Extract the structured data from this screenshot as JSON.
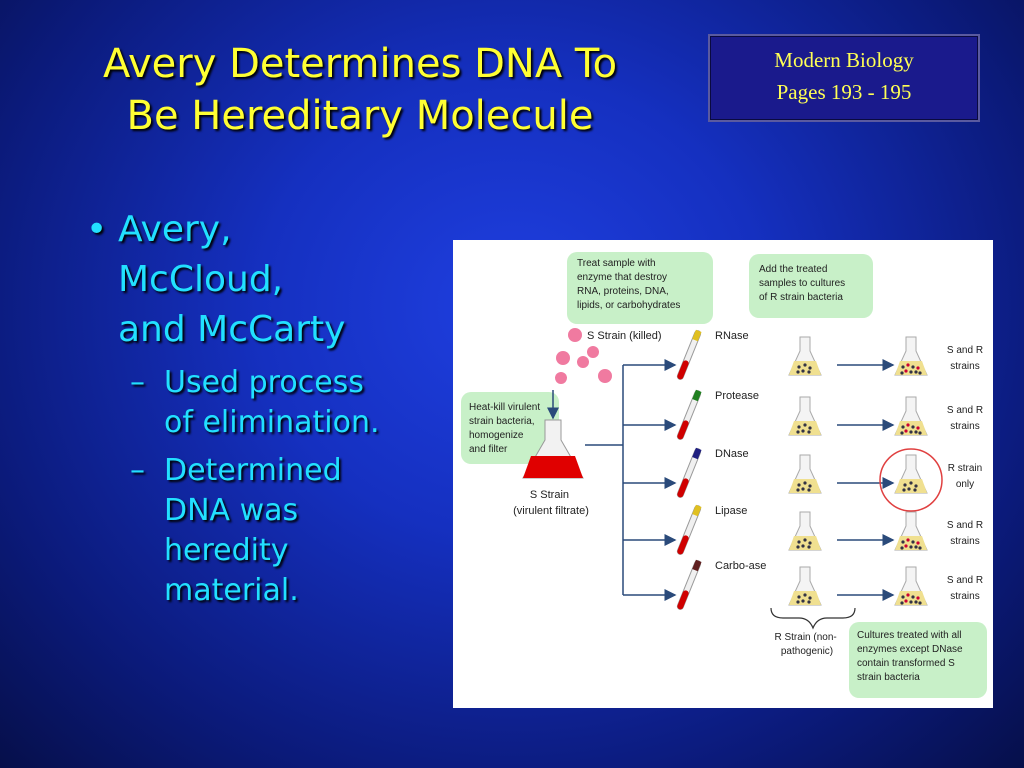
{
  "title": {
    "line1": "Avery Determines DNA To",
    "line2": "Be Hereditary Molecule"
  },
  "reference": {
    "book": "Modern Biology",
    "pages": "Pages 193 - 195"
  },
  "bullets": [
    {
      "lines": [
        "Avery,",
        "McCloud,",
        "and McCarty"
      ],
      "sub": [
        {
          "lines": [
            "Used process",
            "of elimination."
          ]
        },
        {
          "lines": [
            "Determined",
            "DNA was",
            "heredity",
            "material."
          ]
        }
      ]
    }
  ],
  "diagram": {
    "note_treat": [
      "Treat sample with",
      "enzyme that destroy",
      "RNA, proteins, DNA,",
      "lipids, or carbohydrates"
    ],
    "note_add": [
      "Add the treated",
      "samples to cultures",
      "of R strain bacteria"
    ],
    "note_heat": [
      "Heat-kill virulent",
      "strain bacteria,",
      "homogenize",
      "and filter"
    ],
    "note_result": [
      "Cultures treated with all",
      "enzymes except DNase",
      "contain transformed S",
      "strain bacteria"
    ],
    "s_strain_killed": "S Strain (killed)",
    "s_strain_filtrate": [
      "S Strain",
      "(virulent filtrate)"
    ],
    "r_strain": [
      "R Strain (non-",
      "pathogenic)"
    ],
    "enzymes": [
      "RNase",
      "Protease",
      "DNase",
      "Lipase",
      "Carbo-ase"
    ],
    "results": [
      [
        "S and R",
        "strains"
      ],
      [
        "S and R",
        "strains"
      ],
      [
        "R strain",
        "only"
      ],
      [
        "S and R",
        "strains"
      ],
      [
        "S and R",
        "strains"
      ]
    ],
    "colors": {
      "note_fill": "#c8f0c8",
      "flask_red": "#e00000",
      "arrow": "#2a4a7a",
      "circle": "#e04040"
    }
  }
}
